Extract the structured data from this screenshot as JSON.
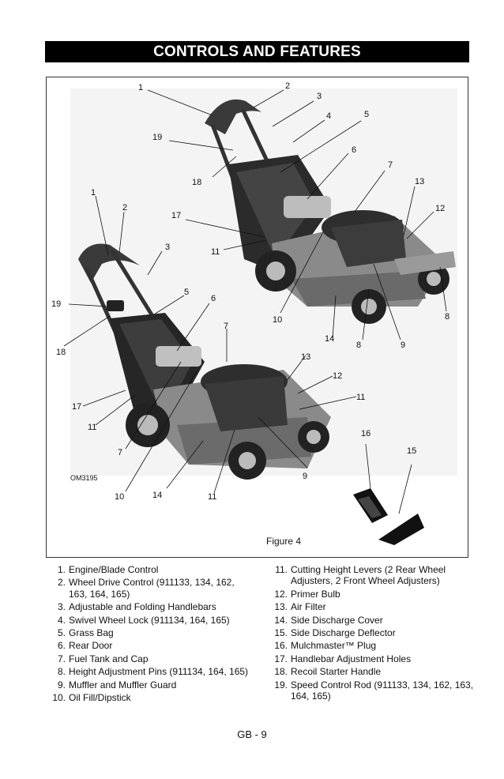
{
  "header": {
    "title": "CONTROLS AND FEATURES"
  },
  "figure": {
    "code": "OM3195",
    "caption": "Figure 4",
    "callouts": [
      "1",
      "2",
      "3",
      "4",
      "5",
      "19",
      "6",
      "7",
      "18",
      "13",
      "1",
      "2",
      "17",
      "12",
      "3",
      "11",
      "5",
      "6",
      "19",
      "10",
      "8",
      "7",
      "14",
      "8",
      "9",
      "18",
      "13",
      "12",
      "11",
      "17",
      "11",
      "16",
      "15",
      "7",
      "9",
      "10",
      "14",
      "11"
    ]
  },
  "features_left": [
    {
      "num": "1.",
      "text": "Engine/Blade Control"
    },
    {
      "num": "2.",
      "text": "Wheel Drive Control (911133, 134, 162, 163, 164, 165)"
    },
    {
      "num": "3.",
      "text": "Adjustable and Folding Handlebars"
    },
    {
      "num": "4.",
      "text": "Swivel Wheel Lock (911134, 164, 165)"
    },
    {
      "num": "5.",
      "text": "Grass Bag"
    },
    {
      "num": "6.",
      "text": "Rear Door"
    },
    {
      "num": "7.",
      "text": "Fuel Tank and Cap"
    },
    {
      "num": "8.",
      "text": "Height Adjustment Pins (911134, 164, 165)"
    },
    {
      "num": "9.",
      "text": "Muffler and Muffler Guard"
    },
    {
      "num": "10.",
      "text": "Oil Fill/Dipstick"
    }
  ],
  "features_right": [
    {
      "num": "11.",
      "text": "Cutting Height Levers (2 Rear Wheel Adjusters, 2 Front Wheel Adjusters)"
    },
    {
      "num": "12.",
      "text": "Primer Bulb"
    },
    {
      "num": "13.",
      "text": "Air Filter"
    },
    {
      "num": "14.",
      "text": "Side Discharge Cover"
    },
    {
      "num": "15.",
      "text": "Side Discharge Deflector"
    },
    {
      "num": "16.",
      "text": "Mulchmaster™ Plug"
    },
    {
      "num": "17.",
      "text": "Handlebar Adjustment Holes"
    },
    {
      "num": "18.",
      "text": "Recoil Starter Handle"
    },
    {
      "num": "19.",
      "text": "Speed Control Rod (911133, 134, 162, 163, 164, 165)"
    }
  ],
  "footer": {
    "page": "GB - 9"
  }
}
